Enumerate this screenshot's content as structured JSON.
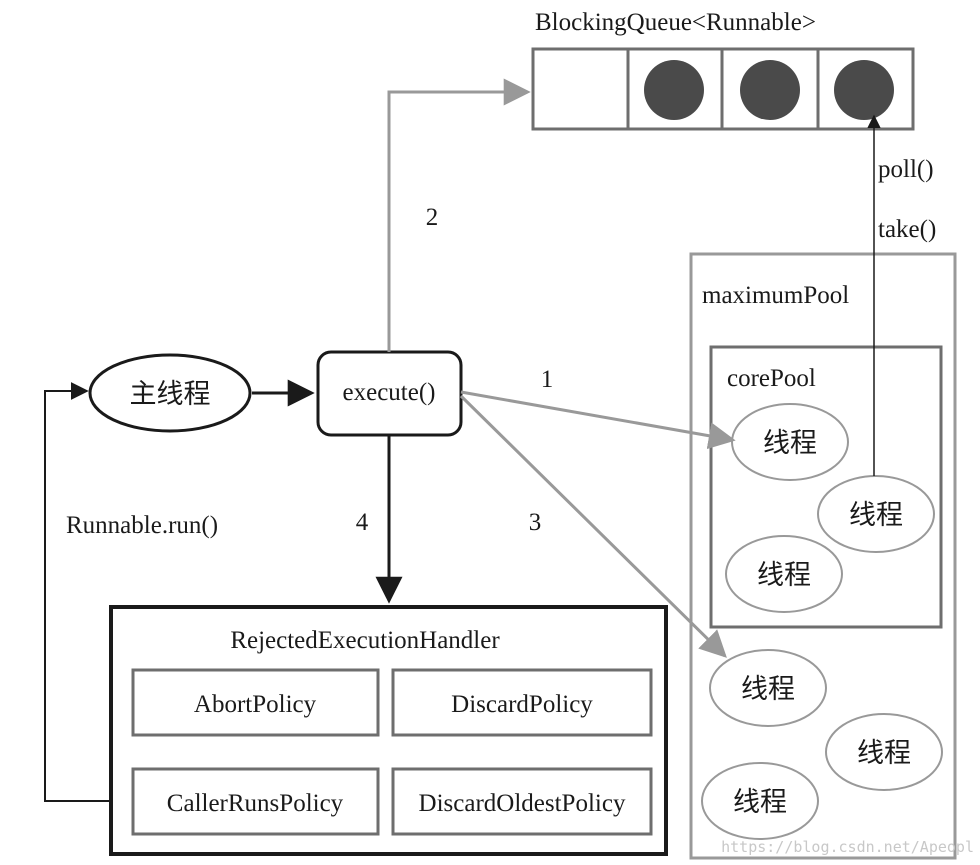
{
  "queue": {
    "title": "BlockingQueue<Runnable>",
    "slots": [
      false,
      true,
      true,
      true
    ]
  },
  "main_thread": {
    "label": "主线程"
  },
  "execute": {
    "label": "execute()"
  },
  "steps": {
    "one": "1",
    "two": "2",
    "three": "3",
    "four": "4"
  },
  "loop_back": {
    "label": "Runnable.run()"
  },
  "queue_ops": {
    "poll": "poll()",
    "take": "take()"
  },
  "maximum_pool": {
    "title": "maximumPool",
    "threads": [
      "线程",
      "线程",
      "线程"
    ]
  },
  "core_pool": {
    "title": "corePool",
    "threads": [
      "线程",
      "线程",
      "线程"
    ]
  },
  "handler": {
    "title": "RejectedExecutionHandler",
    "policies": [
      "AbortPolicy",
      "DiscardPolicy",
      "CallerRunsPolicy",
      "DiscardOldestPolicy"
    ]
  },
  "watermark": "https://blog.csdn.net/Apeopl",
  "colors": {
    "dark": "#1a1a1a",
    "gray_border": "#6e6e6e",
    "gray_arrow": "#999999",
    "token": "#4a4a4a"
  }
}
